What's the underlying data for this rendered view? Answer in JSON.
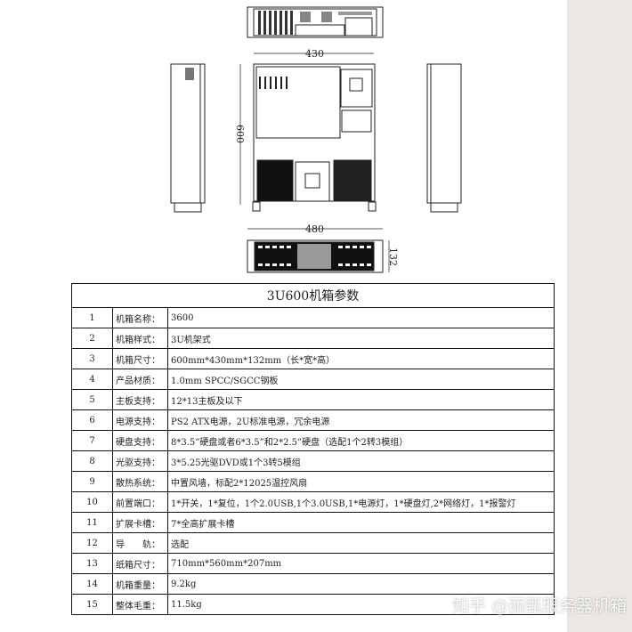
{
  "drawings": {
    "dim_width_top": "430",
    "dim_depth": "600",
    "dim_width_front": "480",
    "dim_height_front": "132"
  },
  "table": {
    "title": "3U600机箱参数",
    "rows": [
      {
        "num": "1",
        "label": "机箱名称：",
        "value": "3600"
      },
      {
        "num": "2",
        "label": "机箱样式：",
        "value": "3U机架式"
      },
      {
        "num": "3",
        "label": "机箱尺寸：",
        "value": "600mm*430mm*132mm（长*宽*高）"
      },
      {
        "num": "4",
        "label": "产品材质：",
        "value": "1.0mm SPCC/SGCC钢板"
      },
      {
        "num": "5",
        "label": "主板支持：",
        "value": "12*13主板及以下"
      },
      {
        "num": "6",
        "label": "电源支持：",
        "value": "PS2 ATX电源，2U标准电源，冗余电源"
      },
      {
        "num": "7",
        "label": "硬盘支持：",
        "value": "8*3.5”硬盘或者6*3.5”和2*2.5”硬盘（选配1个2转3模组）"
      },
      {
        "num": "8",
        "label": "光驱支持：",
        "value": "3*5.25光驱DVD或1个3转5模组"
      },
      {
        "num": "9",
        "label": "散热系统：",
        "value": "中置风墙，标配2*12025温控风扇"
      },
      {
        "num": "10",
        "label": "前置端口：",
        "value": "1*开关，1*复位，1个2.0USB,1个3.0USB,1*电源灯，1*硬盘灯,2*网络灯，1*报警灯"
      },
      {
        "num": "11",
        "label": "扩展卡槽：",
        "value": "7*全高扩展卡槽"
      },
      {
        "num": "12",
        "label": "导　　轨：",
        "value": "选配"
      },
      {
        "num": "13",
        "label": "纸箱尺寸：",
        "value": "710mm*560mm*207mm"
      },
      {
        "num": "14",
        "label": "机箱重量：",
        "value": " 9.2kg"
      },
      {
        "num": "15",
        "label": "整体毛重：",
        "value": " 11.5kg"
      }
    ]
  },
  "watermark": "知乎 @丽甄服务器机箱"
}
